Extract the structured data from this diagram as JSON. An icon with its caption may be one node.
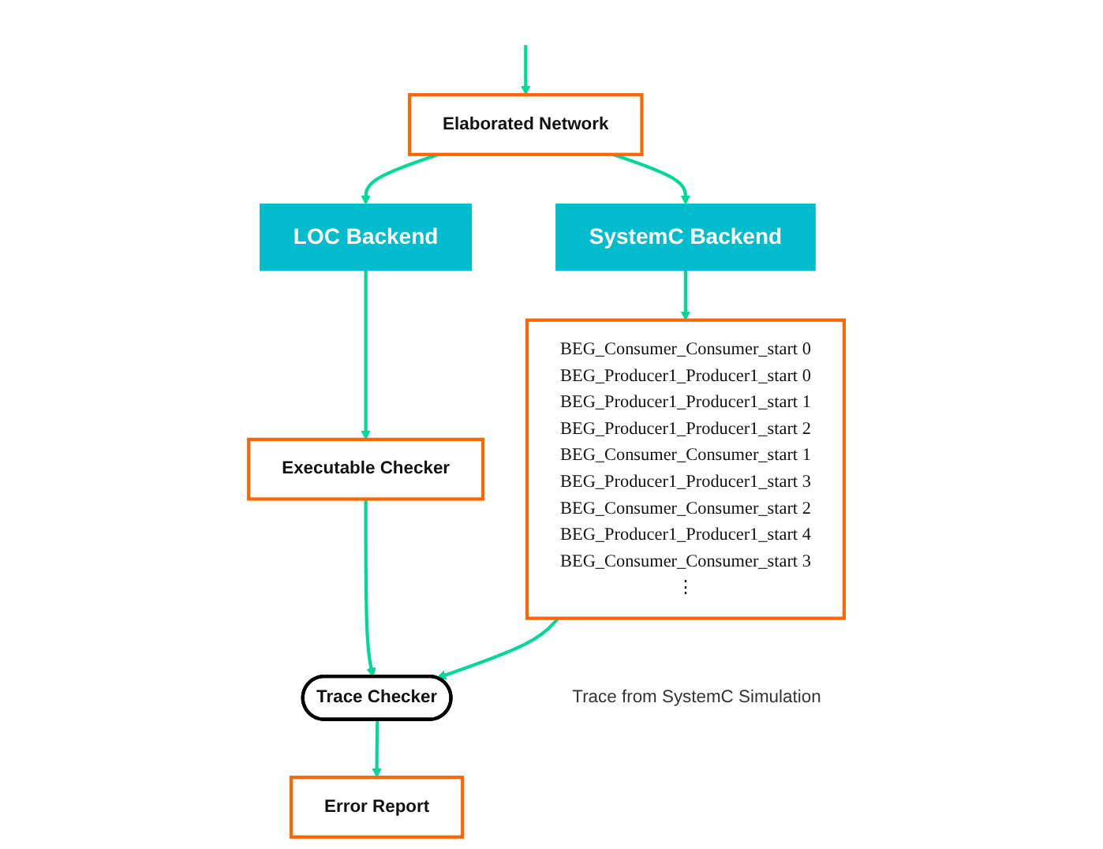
{
  "diagram": {
    "nodes": [
      {
        "text": [
          "Elaborated Network"
        ]
      },
      {
        "text": [
          "SystemC Backend"
        ]
      },
      {
        "text": [
          "LOC Backend"
        ]
      },
      {
        "text": [
          "BEG_Consumer_Consumer_start 0",
          "BEG_Producer1_Producer1_start 0",
          "BEG_Producer1_Producer1_start 1",
          "BEG_Producer1_Producer1_start 2",
          "BEG_Consumer_Consumer_start 1",
          "BEG_Producer1_Producer1_start 3",
          "BEG_Consumer_Consumer_start 2",
          "BEG_Producer1_Producer1_start 4",
          "BEG_Consumer_Consumer_start 3",
          "⋮"
        ],
        "beside": [
          "Trace from SystemC Simulation"
        ]
      },
      {
        "text": [
          "Executable Checker"
        ]
      },
      {
        "text": [
          "Trace Checker"
        ]
      },
      {
        "text": [
          "Error Report"
        ]
      }
    ],
    "edges": [
      {
        "from": null,
        "to": 0,
        "arrow": "to"
      },
      {
        "from": 0,
        "to": 1,
        "arrow": "to"
      },
      {
        "from": 0,
        "to": 2,
        "arrow": "to"
      },
      {
        "from": 1,
        "to": 3,
        "arrow": "to"
      },
      {
        "from": 2,
        "to": 4,
        "arrow": "to"
      },
      {
        "from": 4,
        "to": 5,
        "arrow": "to"
      },
      {
        "from": 3,
        "to": 5,
        "arrow": "to"
      },
      {
        "from": 5,
        "to": 6,
        "arrow": "to"
      }
    ]
  }
}
